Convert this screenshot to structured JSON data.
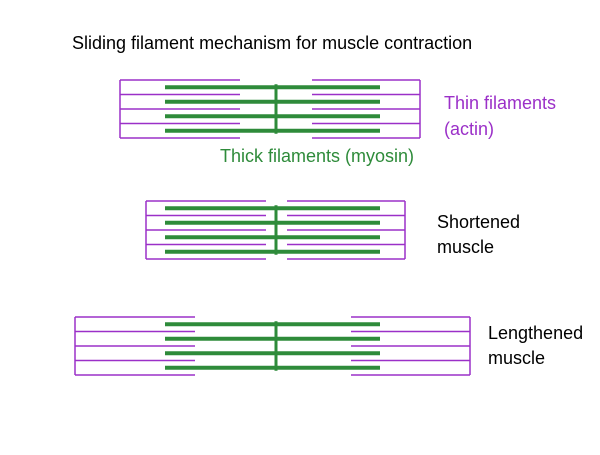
{
  "title": "Sliding filament mechanism for muscle contraction",
  "labels": {
    "thin_line1": "Thin filaments",
    "thin_line2": "(actin)",
    "thick": "Thick filaments (myosin)",
    "shortened_line1": "Shortened",
    "shortened_line2": "muscle",
    "lengthened_line1": "Lengthened",
    "lengthened_line2": "muscle"
  },
  "colors": {
    "actin": "#9b30c8",
    "myosin": "#2e8b3a",
    "text": "#000000"
  }
}
